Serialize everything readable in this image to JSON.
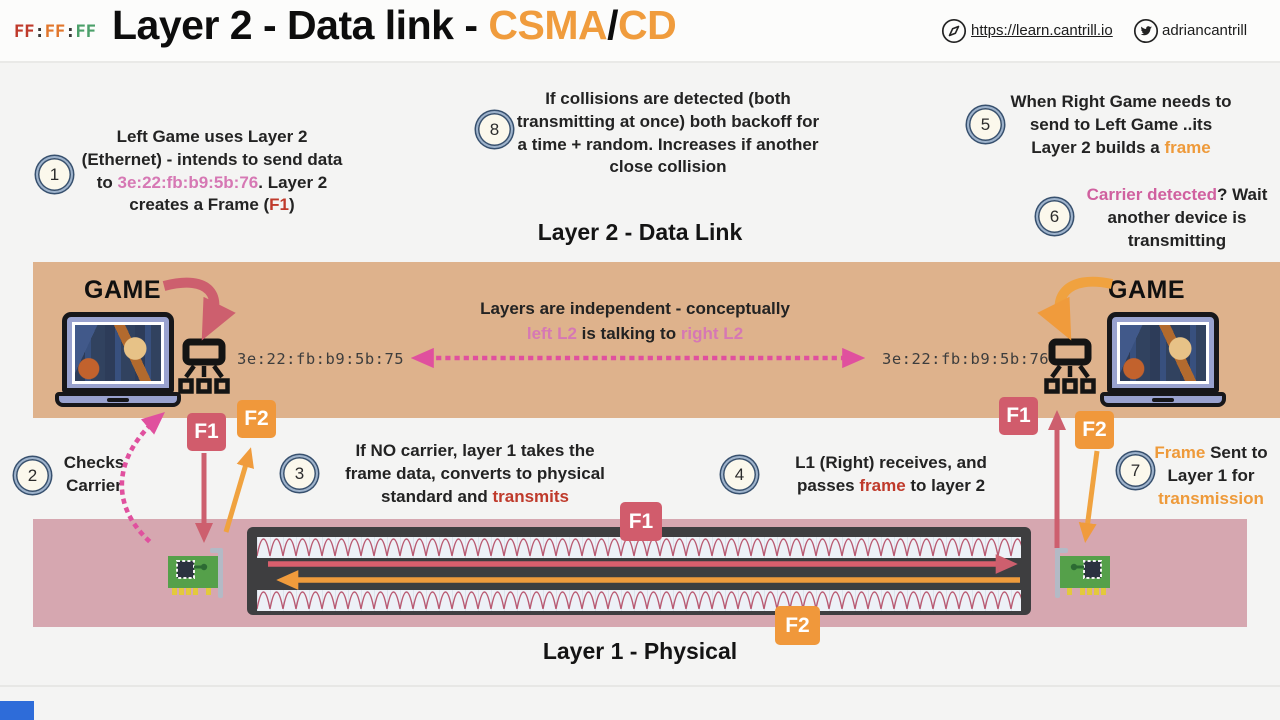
{
  "header": {
    "logo": {
      "ff1": "FF",
      "colon1": ":",
      "ff2": "FF",
      "colon2": ":",
      "ff3": "FF"
    },
    "title_black": "Layer 2 - Data link - ",
    "title_csma": "CSMA",
    "title_slash": "/",
    "title_cd": "CD",
    "site_link": "https://learn.cantrill.io",
    "twitter_handle": "adriancantrill"
  },
  "steps": {
    "s1": {
      "num": "1",
      "t1": "Left Game uses Layer 2 (Ethernet) - intends to send data to ",
      "mac": "3e:22:fb:b9:5b:76",
      "t2": ". Layer 2 creates a Frame (",
      "f1": "F1",
      "t3": ")"
    },
    "s2": {
      "num": "2",
      "text": "Checks Carrier"
    },
    "s3": {
      "num": "3",
      "t1": "If NO carrier, layer 1 takes the frame data, converts to physical standard and ",
      "hl": "transmits"
    },
    "s4": {
      "num": "4",
      "t1": "L1 (Right) receives, and passes ",
      "hl": "frame",
      "t2": " to layer 2"
    },
    "s5": {
      "num": "5",
      "t1": "When Right Game needs to send to Left Game ..its Layer 2 builds a ",
      "hl": "frame"
    },
    "s6": {
      "num": "6",
      "hl": "Carrier detected",
      "t1": "? Wait another device is transmitting"
    },
    "s7": {
      "num": "7",
      "hl1": "Frame",
      "t1": " Sent to Layer 1 for ",
      "hl2": "transmission"
    },
    "s8": {
      "num": "8",
      "text": "If collisions are detected (both transmitting at once) both backoff for a time + random. Increases if another close collision"
    }
  },
  "layer2": {
    "heading": "Layer 2 - Data Link",
    "left_device": "GAME",
    "right_device": "GAME",
    "left_mac": "3e:22:fb:b9:5b:75",
    "right_mac": "3e:22:fb:b9:5b:76",
    "center_t1": "Layers are independent - conceptually",
    "center_left_l2": "left L2",
    "center_t2": " is talking to ",
    "center_right_l2": "right L2"
  },
  "layer1": {
    "heading": "Layer 1 - Physical"
  },
  "badges": {
    "f1": "F1",
    "f2": "F2"
  },
  "colors": {
    "accent_orange": "#f09c3d",
    "accent_red": "#d15c6c",
    "accent_dark_red": "#bf3a2b",
    "accent_magenta": "#e0509e",
    "accent_pink_text": "#d678b4",
    "layer2_band": "#deb28c",
    "layer1_band": "#d6a7b0",
    "cable_dark": "#3e3e40"
  }
}
